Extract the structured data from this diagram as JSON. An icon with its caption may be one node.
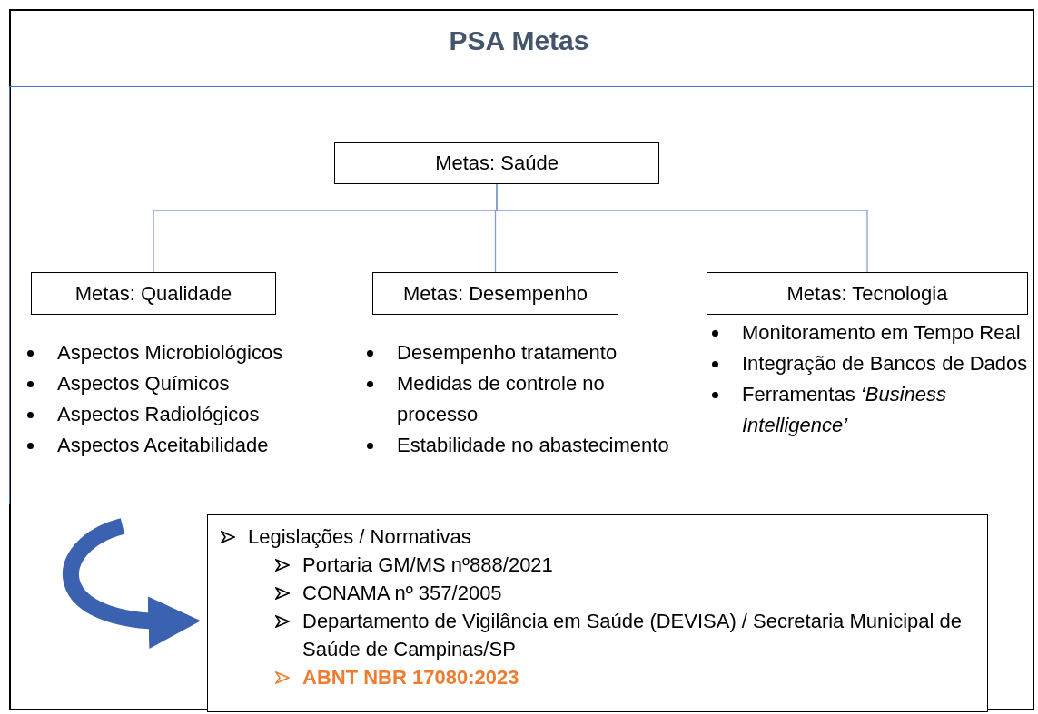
{
  "diagram": {
    "title": "PSA Metas",
    "nodes": [
      {
        "text": [
          "Metas: Saúde"
        ]
      },
      {
        "text": [
          "Metas: Qualidade"
        ],
        "beside": [
          "Aspectos Microbiológicos",
          "Aspectos Químicos",
          "Aspectos Radiológicos",
          "Aspectos Aceitabilidade"
        ]
      },
      {
        "text": [
          "Metas: Desempenho"
        ],
        "beside": [
          "Desempenho tratamento",
          "Medidas de controle no processo",
          "Estabilidade no abastecimento"
        ]
      },
      {
        "text": [
          "Metas: Tecnologia"
        ],
        "beside": [
          "Monitoramento em Tempo Real",
          "Integração de Bancos de Dados",
          "Ferramentas *‘Business Intelligence’*"
        ]
      },
      {
        "text": [
          "Legislações / Normativas",
          "Portaria GM/MS nº888/2021",
          "CONAMA nº 357/2005",
          "Departamento de Vigilância em Saúde (DEVISA) / Secretaria Municipal de Saúde de Campinas/SP",
          "ABNT NBR 17080:2023"
        ]
      }
    ],
    "edges": [
      {
        "from": 0,
        "to": 1,
        "arrow": "none"
      },
      {
        "from": 0,
        "to": 2,
        "arrow": "none"
      },
      {
        "from": 0,
        "to": 3,
        "arrow": "none"
      },
      {
        "from": null,
        "to": 4,
        "arrow": "to",
        "style": "thick"
      }
    ]
  }
}
